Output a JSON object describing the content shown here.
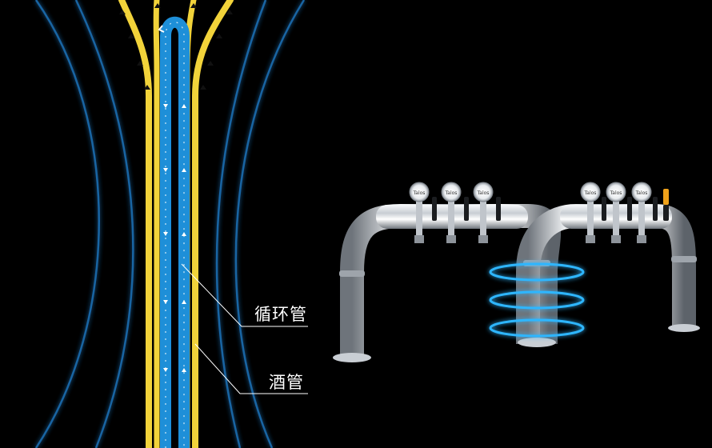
{
  "labels": {
    "circulation_pipe": "循环管",
    "beer_pipe": "酒管"
  },
  "tap_badges": [
    "Talos",
    "Talos",
    "Talos",
    "Talos",
    "Talos",
    "Talos"
  ],
  "colors": {
    "background": "#000000",
    "beer_pipe": "#f2d33a",
    "circulation_pipe": "#1e8fd8",
    "glow": "#1a6fb5",
    "chrome": "#d9dde2",
    "cooling_ring": "#2fb6ff",
    "badge_accent": "#f0a21a"
  },
  "icons": [
    "flow-arrow-icon",
    "cooling-ring-icon",
    "beer-tap-icon"
  ]
}
